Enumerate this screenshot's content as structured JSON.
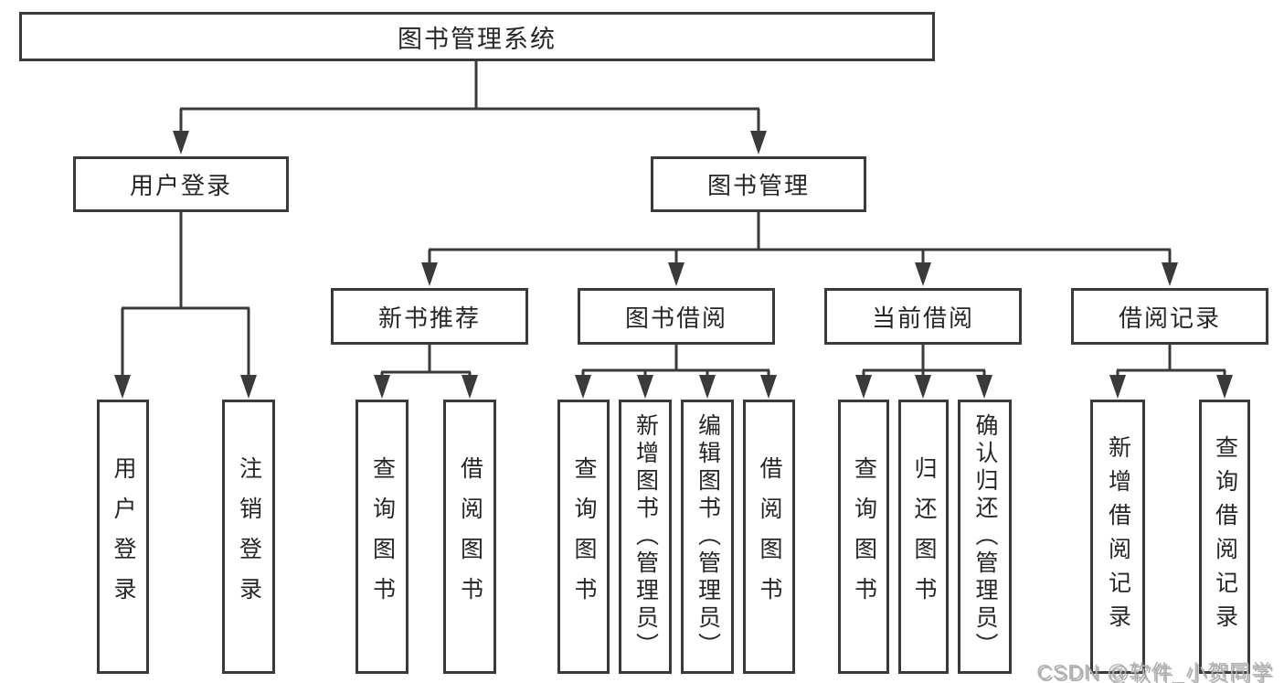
{
  "tree": {
    "root": {
      "label": "图书管理系统"
    },
    "branches": [
      {
        "label": "用户登录",
        "children": [
          {
            "label": "用户登录"
          },
          {
            "label": "注销登录"
          }
        ]
      },
      {
        "label": "图书管理",
        "children": [
          {
            "label": "新书推荐",
            "children": [
              {
                "label": "查询图书"
              },
              {
                "label": "借阅图书"
              }
            ]
          },
          {
            "label": "图书借阅",
            "children": [
              {
                "label": "查询图书"
              },
              {
                "label": "新增图书（管理员）"
              },
              {
                "label": "编辑图书（管理员）"
              },
              {
                "label": "借阅图书"
              }
            ]
          },
          {
            "label": "当前借阅",
            "children": [
              {
                "label": "查询图书"
              },
              {
                "label": "归还图书"
              },
              {
                "label": "确认归还（管理员）"
              }
            ]
          },
          {
            "label": "借阅记录",
            "children": [
              {
                "label": "新增借阅记录"
              },
              {
                "label": "查询借阅记录"
              }
            ]
          }
        ]
      }
    ]
  },
  "watermark": {
    "text": "CSDN @软件_小贺同学"
  },
  "colors": {
    "line": "#3a3a3a",
    "box_border": "#3a3a3a",
    "background": "#ffffff",
    "text": "#262626",
    "watermark": "#b3b3b3"
  }
}
